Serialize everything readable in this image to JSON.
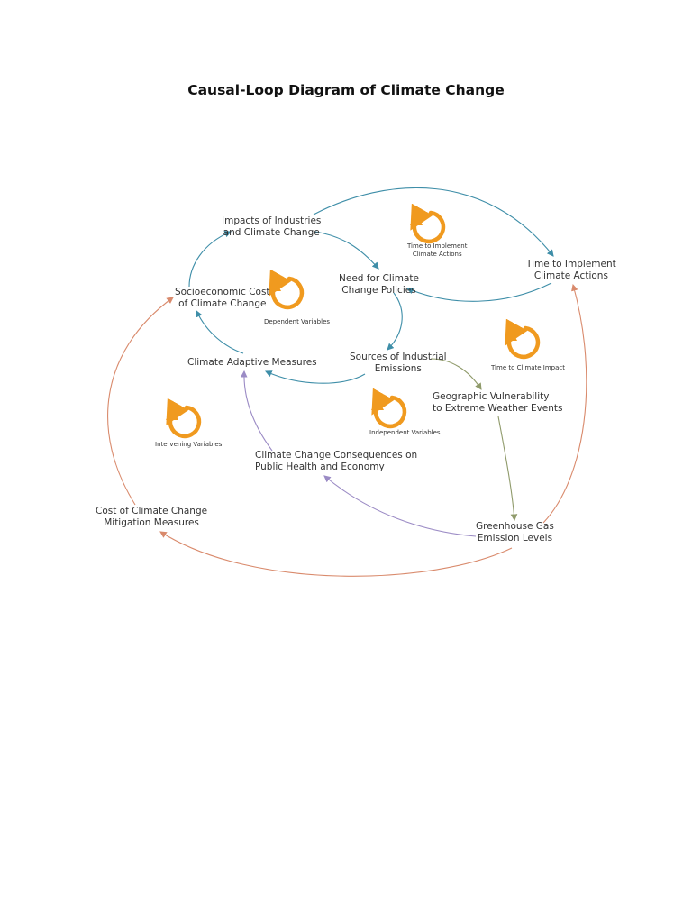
{
  "title": "Causal-Loop Diagram of Climate Change",
  "colors": {
    "teal": "#3e8ea8",
    "orange": "#f09a1f",
    "salmon": "#d98a6c",
    "olive": "#8f9a6a",
    "purple": "#9b8bc5"
  },
  "icons": {
    "loop_icon": "circular-arrow-icon"
  },
  "nodes": {
    "impacts": [
      "Impacts of Industries",
      "and Climate Change"
    ],
    "need": [
      "Need for Climate",
      "Change Policies"
    ],
    "time_implement": [
      "Time to Implement",
      "Climate Actions"
    ],
    "socio": [
      "Socioeconomic Cost",
      "of Climate Change"
    ],
    "adaptive": [
      "Climate Adaptive Measures"
    ],
    "sources": [
      "Sources of Industrial",
      "Emissions"
    ],
    "geo": [
      "Geographic Vulnerability",
      "to Extreme Weather Events"
    ],
    "consequences": [
      "Climate Change Consequences on",
      "Public Health and Economy"
    ],
    "cost_mitigation": [
      "Cost of Climate Change",
      "Mitigation Measures"
    ],
    "ghg": [
      "Greenhouse Gas",
      "Emission Levels"
    ]
  },
  "loops": {
    "time_implement": [
      "Time to Implement",
      "Climate Actions"
    ],
    "dependent": [
      "Dependent Variables"
    ],
    "time_impact": [
      "Time to Climate Impact"
    ],
    "independent": [
      "Independent Variables"
    ],
    "intervening": [
      "Intervening Variables"
    ]
  }
}
